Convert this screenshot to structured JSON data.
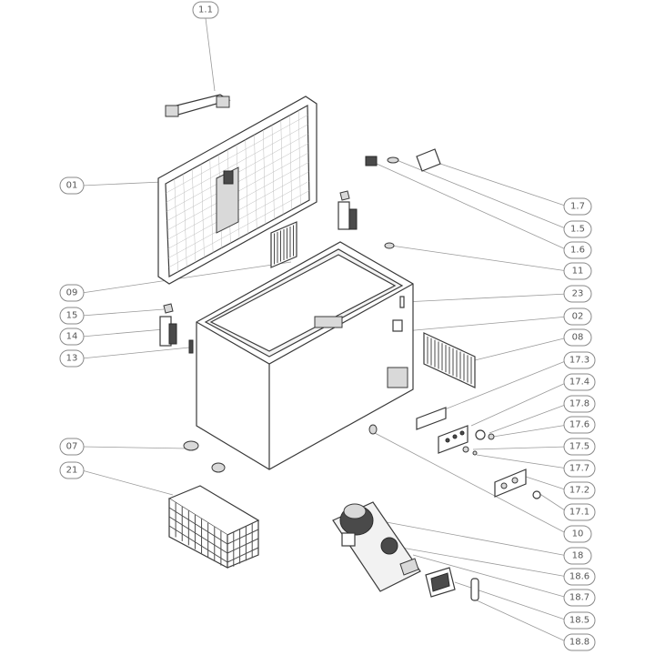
{
  "callouts": [
    {
      "id": "1.1",
      "label": "1.1"
    },
    {
      "id": "01",
      "label": "01"
    },
    {
      "id": "09",
      "label": "09"
    },
    {
      "id": "15",
      "label": "15"
    },
    {
      "id": "14",
      "label": "14"
    },
    {
      "id": "13",
      "label": "13"
    },
    {
      "id": "07",
      "label": "07"
    },
    {
      "id": "21",
      "label": "21"
    },
    {
      "id": "1.7",
      "label": "1.7"
    },
    {
      "id": "1.5",
      "label": "1.5"
    },
    {
      "id": "1.6",
      "label": "1.6"
    },
    {
      "id": "11",
      "label": "11"
    },
    {
      "id": "23",
      "label": "23"
    },
    {
      "id": "02",
      "label": "02"
    },
    {
      "id": "08",
      "label": "08"
    },
    {
      "id": "17.3",
      "label": "17.3"
    },
    {
      "id": "17.4",
      "label": "17.4"
    },
    {
      "id": "17.8",
      "label": "17.8"
    },
    {
      "id": "17.6",
      "label": "17.6"
    },
    {
      "id": "17.5",
      "label": "17.5"
    },
    {
      "id": "17.7",
      "label": "17.7"
    },
    {
      "id": "17.2",
      "label": "17.2"
    },
    {
      "id": "17.1",
      "label": "17.1"
    },
    {
      "id": "10",
      "label": "10"
    },
    {
      "id": "18",
      "label": "18"
    },
    {
      "id": "18.6",
      "label": "18.6"
    },
    {
      "id": "18.7",
      "label": "18.7"
    },
    {
      "id": "18.5",
      "label": "18.5"
    },
    {
      "id": "18.8",
      "label": "18.8"
    }
  ]
}
